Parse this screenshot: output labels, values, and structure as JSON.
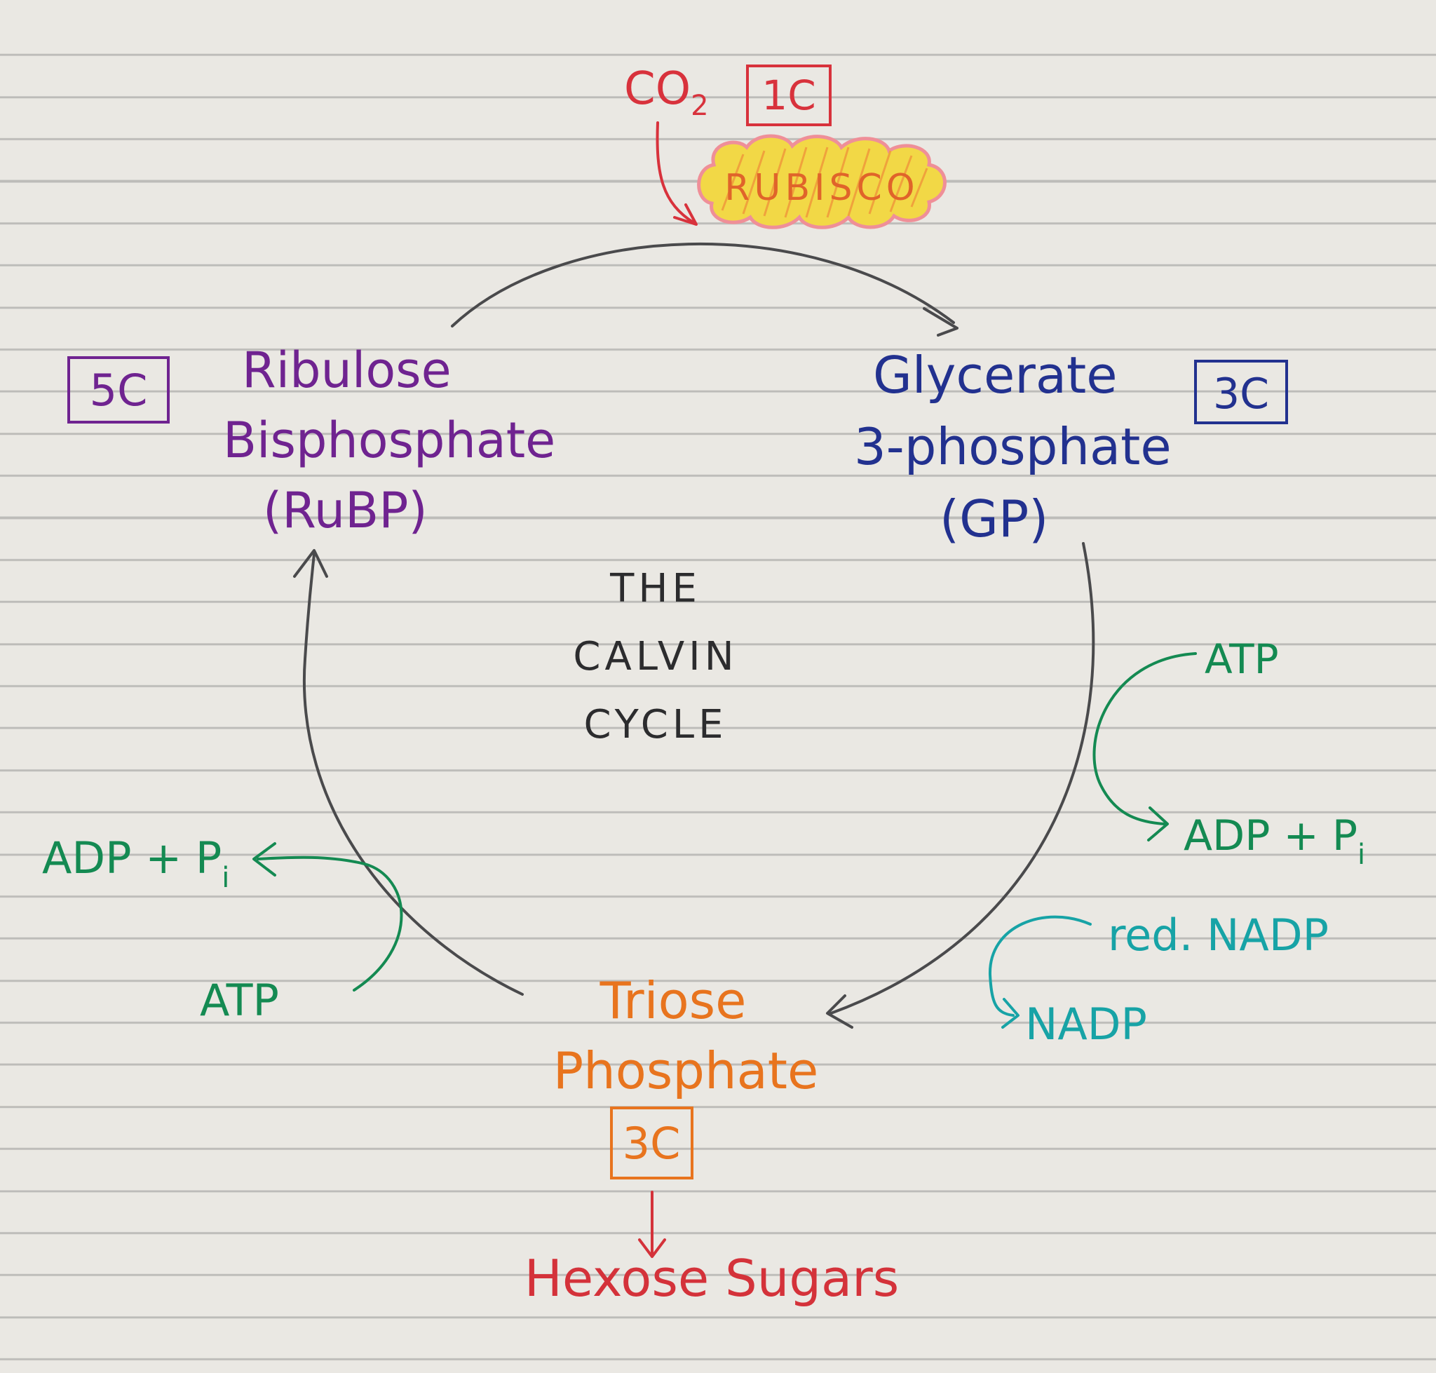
{
  "title": {
    "lines": [
      "THE",
      "CALVIN",
      "CYCLE"
    ]
  },
  "inputs": {
    "co2": {
      "label": "CO",
      "subscript": "2",
      "carbons": "1C"
    },
    "enzyme": "RUBISCO"
  },
  "compounds": {
    "rubp": {
      "lines": [
        "Ribulose",
        "Bisphosphate",
        "(RuBP)"
      ],
      "carbons": "5C"
    },
    "gp": {
      "lines": [
        "Glycerate",
        "3-phosphate",
        "(GP)"
      ],
      "carbons": "3C"
    },
    "tp": {
      "lines": [
        "Triose",
        "Phosphate"
      ],
      "carbons": "3C"
    },
    "product": "Hexose Sugars"
  },
  "cofactors": {
    "right_atp": "ATP",
    "right_adp": {
      "label": "ADP + P",
      "subscript": "i"
    },
    "red_nadp": "red. NADP",
    "nadp": "NADP",
    "left_atp": "ATP",
    "left_adp": {
      "label": "ADP + P",
      "subscript": "i"
    }
  },
  "colors": {
    "paper": "#eae8e3",
    "rule_lines": "#bdbcb9",
    "cycle_arrows": "#4a4a4c",
    "co2": "#d8323c",
    "rubisco_text": "#e0642a",
    "rubisco_fill": "#f2d846",
    "rubisco_outline": "#ef8f98",
    "rubp": "#6f2390",
    "gp": "#22318f",
    "tp": "#e8741e",
    "hexose": "#d4323a",
    "atp": "#148a52",
    "nadp": "#17a3a6",
    "title": "#2c2c2e"
  }
}
